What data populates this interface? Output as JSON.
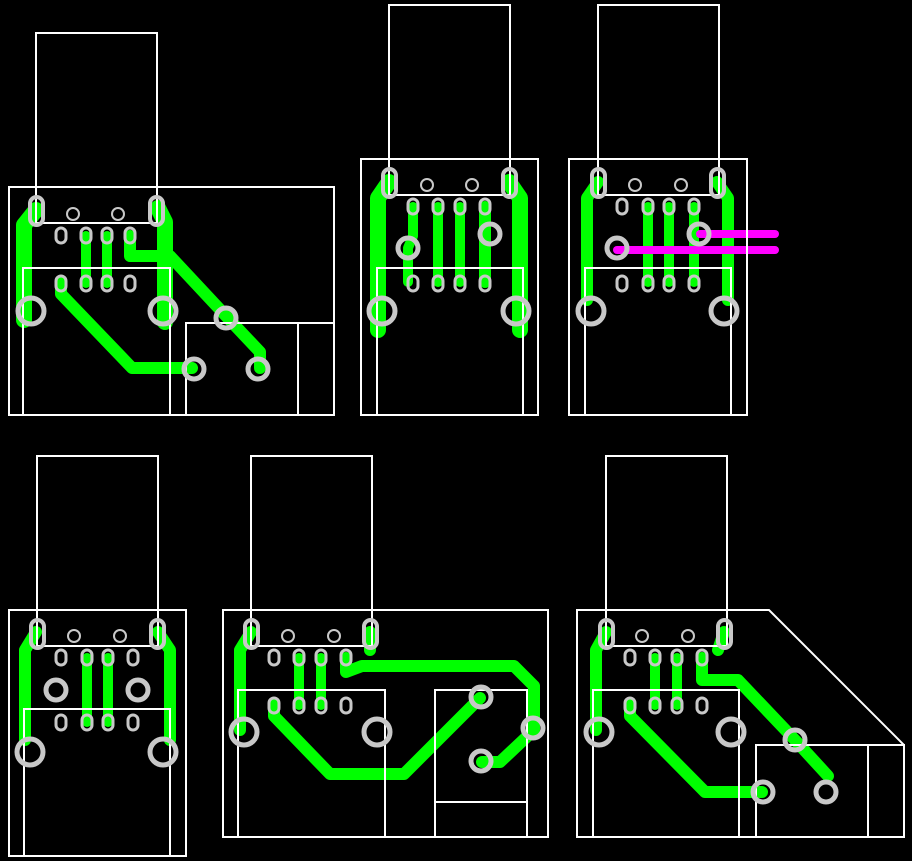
{
  "colors": {
    "background": "#000000",
    "outline": "#ffffff",
    "trace": "#00ff00",
    "jumper": "#ff00ff",
    "pad": "#c8c8c8"
  },
  "boards": [
    {
      "id": "board-1",
      "variant": "angled-offset-right-with-side-module",
      "trace_style": "diagonal"
    },
    {
      "id": "board-2",
      "variant": "compact-vertical",
      "trace_style": "straight"
    },
    {
      "id": "board-3",
      "variant": "compact-vertical-with-jumpers",
      "trace_style": "straight-with-jumpers"
    },
    {
      "id": "board-4",
      "variant": "compact-vertical-minimal",
      "trace_style": "short"
    },
    {
      "id": "board-5",
      "variant": "wide-with-side-module",
      "trace_style": "looping"
    },
    {
      "id": "board-6",
      "variant": "chamfered-with-side-module",
      "trace_style": "diagonal"
    }
  ]
}
